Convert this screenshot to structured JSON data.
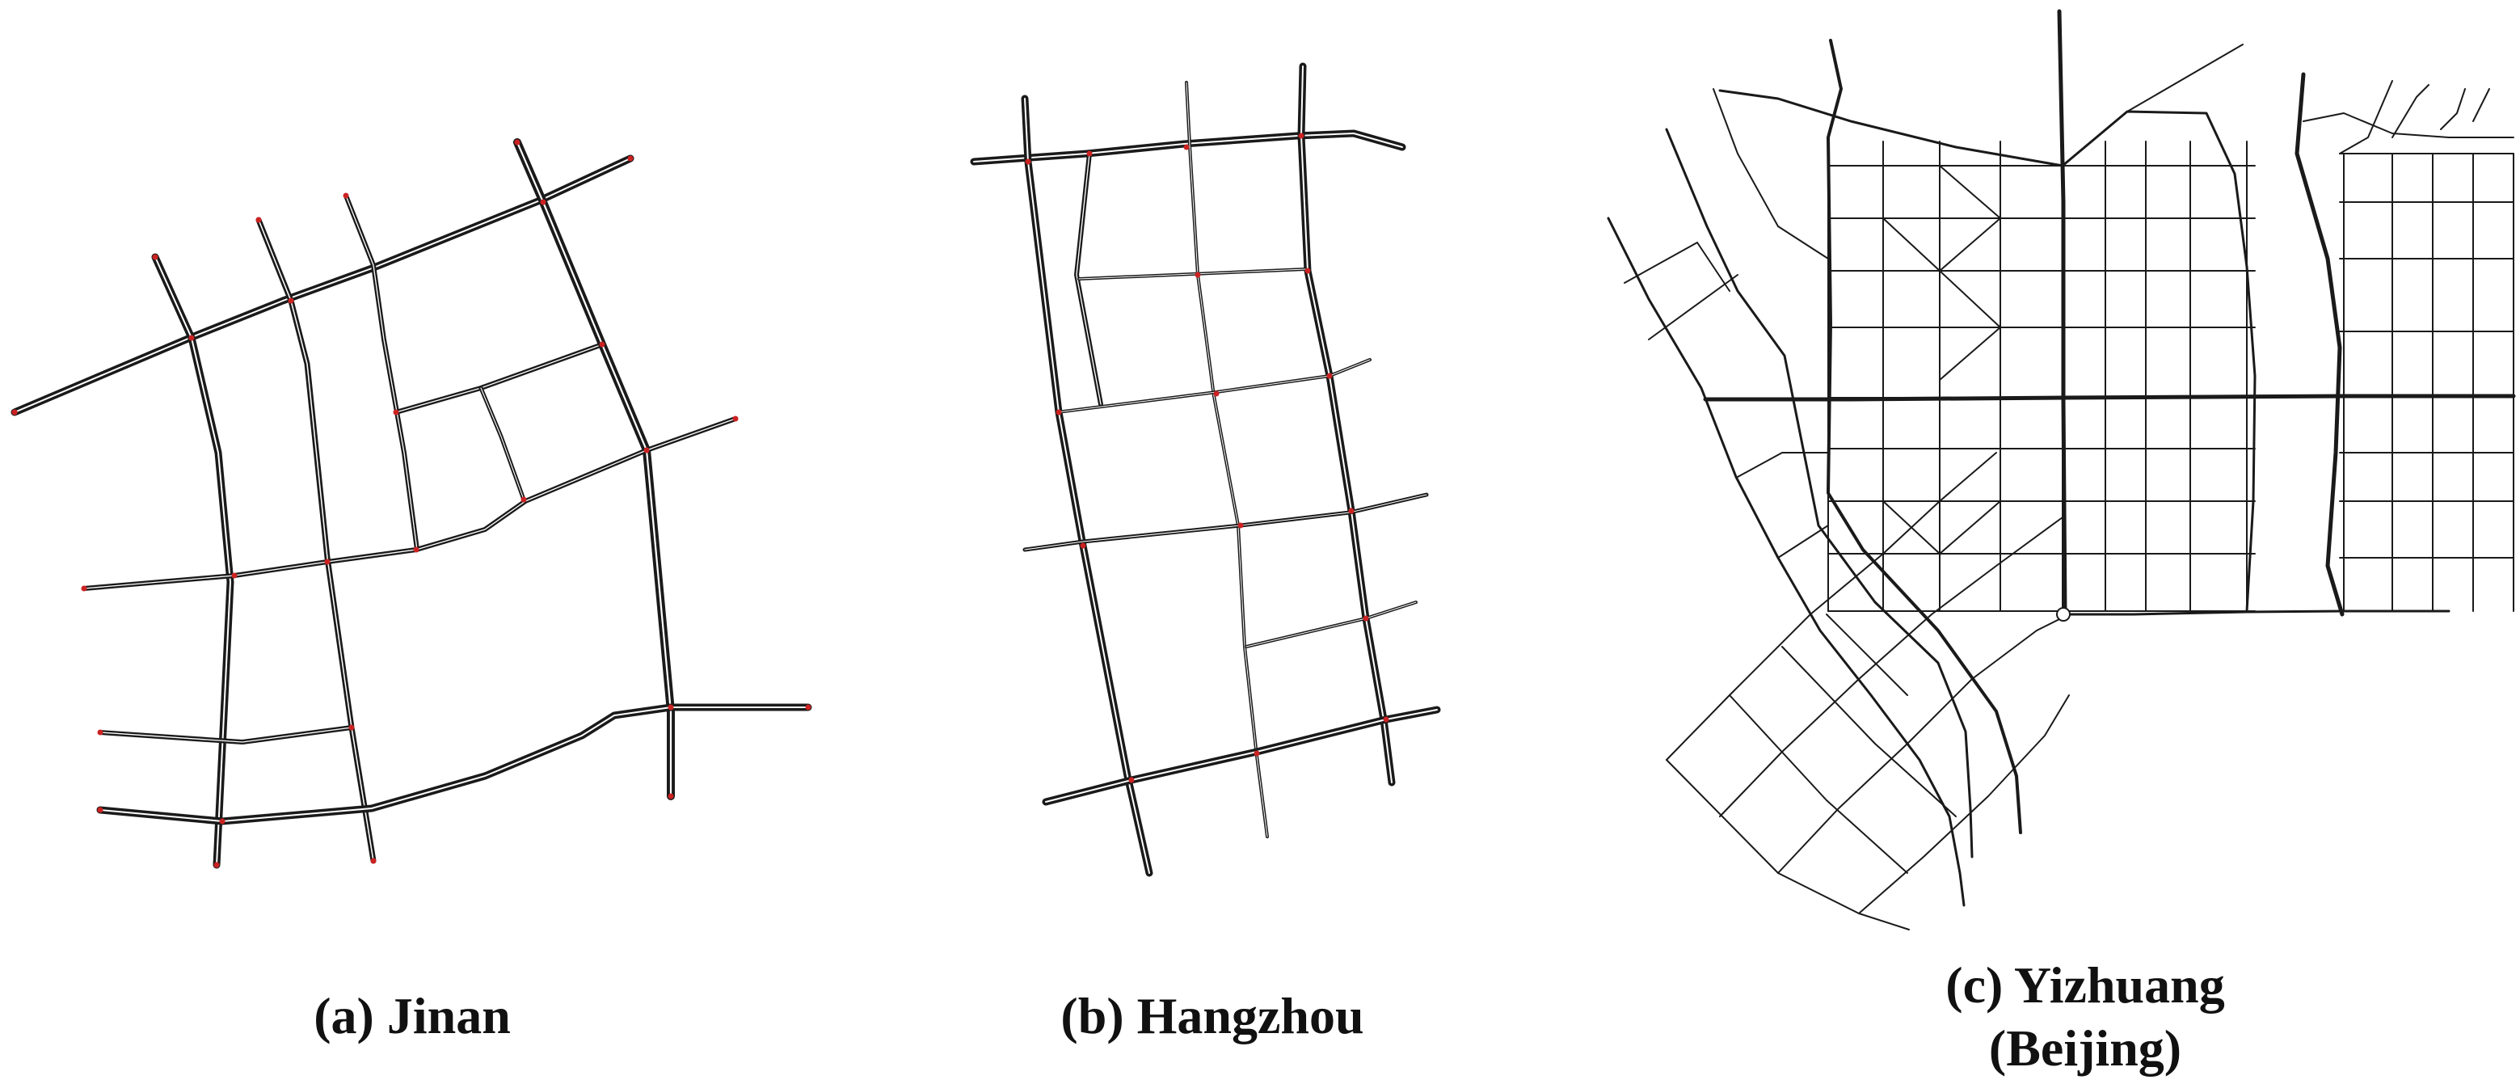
{
  "panels": [
    {
      "id": "a",
      "caption": "(a) Jinan"
    },
    {
      "id": "b",
      "caption": "(b) Hangzhou"
    },
    {
      "id": "c",
      "caption_line1": "(c) Yizhuang",
      "caption_line2": "(Beijing)"
    }
  ],
  "colors": {
    "road": "#1a1a1a",
    "intersection": "#cc2222",
    "background": "#ffffff"
  }
}
